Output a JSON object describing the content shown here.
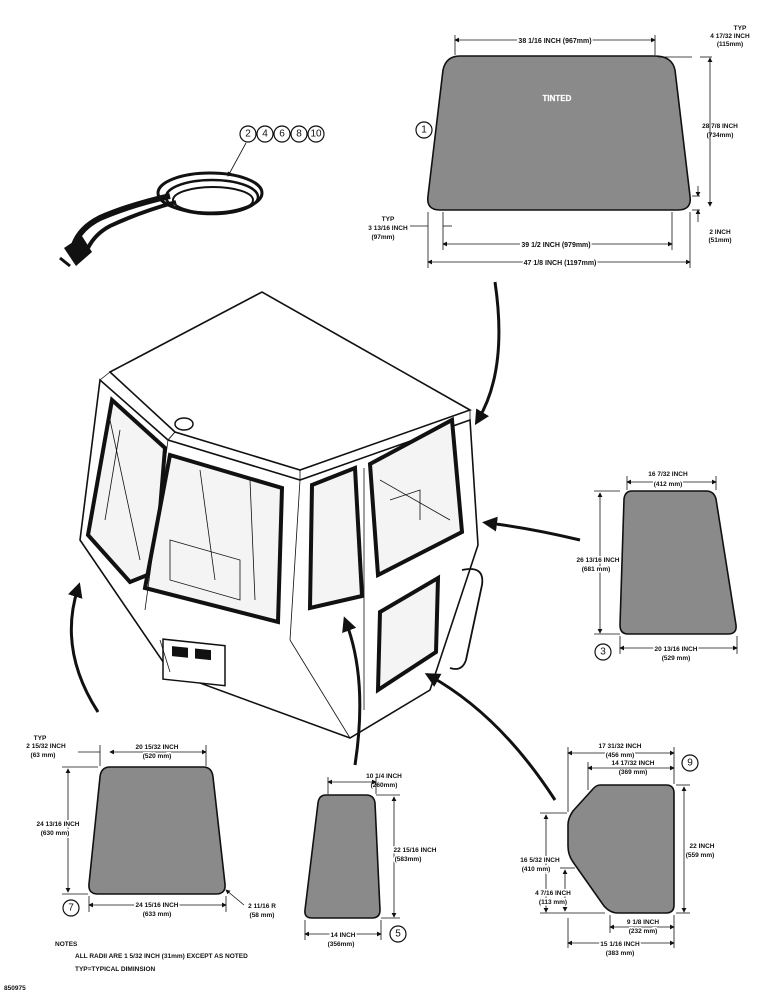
{
  "part1": {
    "callout": "1",
    "tinted": "TINTED",
    "top_width": "38 1/16 INCH (967mm)",
    "corner_typ": "TYP",
    "corner_in": "4 17/32 INCH",
    "corner_mm": "(115mm)",
    "height_in": "28 7/8 INCH",
    "height_mm": "(734mm)",
    "small_in": "2 INCH",
    "small_mm": "(51mm)",
    "left_typ": "TYP",
    "left_in": "3 13/16 INCH",
    "left_mm": "(97mm)",
    "bottom_inner": "39 1/2 INCH (979mm)",
    "bottom_total": "47 1/8 INCH (1197mm)"
  },
  "seal": {
    "callouts": [
      "2",
      "4",
      "6",
      "8",
      "10"
    ]
  },
  "part3": {
    "callout": "3",
    "top_in": "16 7/32 INCH",
    "top_mm": "(412 mm)",
    "height_in": "26 13/16 INCH",
    "height_mm": "(681 mm)",
    "bottom_in": "20 13/16 INCH",
    "bottom_mm": "(529 mm)"
  },
  "part7": {
    "callout": "7",
    "typ": "TYP",
    "corner_in": "2 15/32 INCH",
    "corner_mm": "(63 mm)",
    "top_in": "20 15/32 INCH",
    "top_mm": "(520 mm)",
    "height_in": "24 13/16 INCH",
    "height_mm": "(630 mm)",
    "bottom_in": "24 15/16 INCH",
    "bottom_mm": "(633 mm)",
    "radius_in": "2 11/16 R",
    "radius_mm": "(58 mm)"
  },
  "part5": {
    "callout": "5",
    "top_in": "10 1/4 INCH",
    "top_mm": "(260mm)",
    "height_in": "22 15/16 INCH",
    "height_mm": "(583mm)",
    "bottom_in": "14 INCH",
    "bottom_mm": "(356mm)"
  },
  "part9": {
    "callout": "9",
    "overall_in": "17 31/32 INCH",
    "overall_mm": "(456 mm)",
    "top_in": "14 17/32 INCH",
    "top_mm": "(369 mm)",
    "height_in": "22 INCH",
    "height_mm": "(559 mm)",
    "left_in": "16 5/32 INCH",
    "left_mm": "(410 mm)",
    "notch_in": "4 7/16 INCH",
    "notch_mm": "(113 mm)",
    "bottom_in": "9 1/8 INCH",
    "bottom_mm": "(232 mm)",
    "overall_bottom_in": "15 1/16 INCH",
    "overall_bottom_mm": "(383 mm)"
  },
  "notes": {
    "heading": "NOTES",
    "line1": "ALL RADII ARE 1 5/32 INCH (31mm) EXCEPT AS NOTED",
    "line2": "TYP=TYPICAL DIMINSION"
  },
  "figure_number": "850975"
}
